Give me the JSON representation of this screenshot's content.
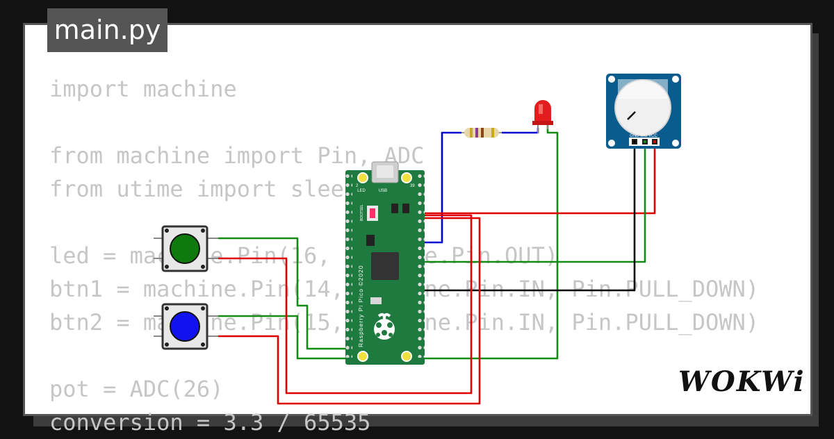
{
  "tab": {
    "filename": "main.py"
  },
  "code_lines": [
    "import machine",
    "",
    "from machine import Pin, ADC",
    "from utime import sleep",
    "",
    "led = machine.Pin(16, machine.Pin.OUT)",
    "btn1 = machine.Pin(14, machine.Pin.IN, Pin.PULL_DOWN)",
    "btn2 = machine.Pin(15, machine.Pin.IN, Pin.PULL_DOWN)",
    "",
    "pot = ADC(26)",
    "conversion = 3.3 / 65535"
  ],
  "board": {
    "name": "Raspberry Pi Pico ©2020",
    "led_label": "LED",
    "usb_label": "USB",
    "bootsel_label": "BOOTSEL",
    "pin_label_left": "2",
    "pin_label_right": "39"
  },
  "potentiometer": {
    "pin_labels": "GND SIG VCC"
  },
  "buttons": [
    {
      "name": "button-1",
      "color": "#0e7a0e"
    },
    {
      "name": "button-2",
      "color": "#1212ee"
    }
  ],
  "led": {
    "color": "#e21d1d"
  },
  "colors": {
    "board": "#1e7a3e",
    "pot_board": "#0b5c8e",
    "wire_red": "#e00000",
    "wire_green": "#138a13",
    "wire_blue": "#0000d0",
    "wire_black": "#000000"
  },
  "brand": {
    "logo": "WOKWi"
  }
}
